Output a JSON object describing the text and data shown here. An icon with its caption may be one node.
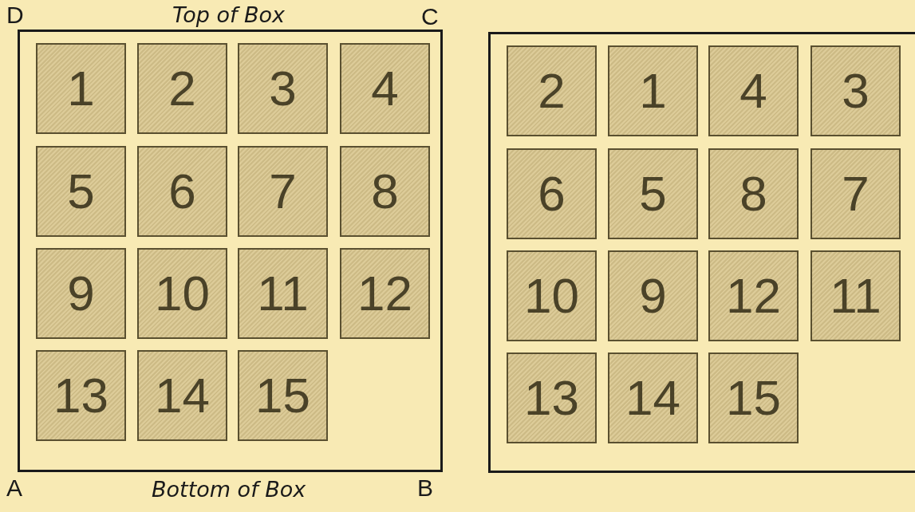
{
  "diagram": {
    "nodes": [
      {
        "text": [],
        "shape": "box"
      },
      {
        "text": [
          "1"
        ],
        "in": 0
      },
      {
        "text": [
          "2"
        ],
        "in": 0
      },
      {
        "text": [
          "3"
        ],
        "in": 0
      },
      {
        "text": [
          "4"
        ],
        "in": 0
      },
      {
        "text": [
          "5"
        ],
        "in": 0
      },
      {
        "text": [
          "6"
        ],
        "in": 0
      },
      {
        "text": [
          "7"
        ],
        "in": 0
      },
      {
        "text": [
          "8"
        ],
        "in": 0
      },
      {
        "text": [
          "9"
        ],
        "in": 0
      },
      {
        "text": [
          "10"
        ],
        "in": 0
      },
      {
        "text": [
          "11"
        ],
        "in": 0
      },
      {
        "text": [
          "12"
        ],
        "in": 0
      },
      {
        "text": [
          "13"
        ],
        "in": 0
      },
      {
        "text": [
          "14"
        ],
        "in": 0
      },
      {
        "text": [
          "15"
        ],
        "in": 0
      },
      {
        "text": [],
        "shape": "box"
      },
      {
        "text": [
          "2"
        ],
        "in": 16
      },
      {
        "text": [
          "1"
        ],
        "in": 16
      },
      {
        "text": [
          "4"
        ],
        "in": 16
      },
      {
        "text": [
          "3"
        ],
        "in": 16
      },
      {
        "text": [
          "6"
        ],
        "in": 16
      },
      {
        "text": [
          "5"
        ],
        "in": 16
      },
      {
        "text": [
          "8"
        ],
        "in": 16
      },
      {
        "text": [
          "7"
        ],
        "in": 16
      },
      {
        "text": [
          "10"
        ],
        "in": 16
      },
      {
        "text": [
          "9"
        ],
        "in": 16
      },
      {
        "text": [
          "12"
        ],
        "in": 16
      },
      {
        "text": [
          "11"
        ],
        "in": 16
      },
      {
        "text": [
          "13"
        ],
        "in": 16
      },
      {
        "text": [
          "14"
        ],
        "in": 16
      },
      {
        "text": [
          "15"
        ],
        "in": 16
      }
    ],
    "labels": [
      "D",
      "Top of Box",
      "C",
      "A",
      "Bottom of Box",
      "B"
    ]
  }
}
